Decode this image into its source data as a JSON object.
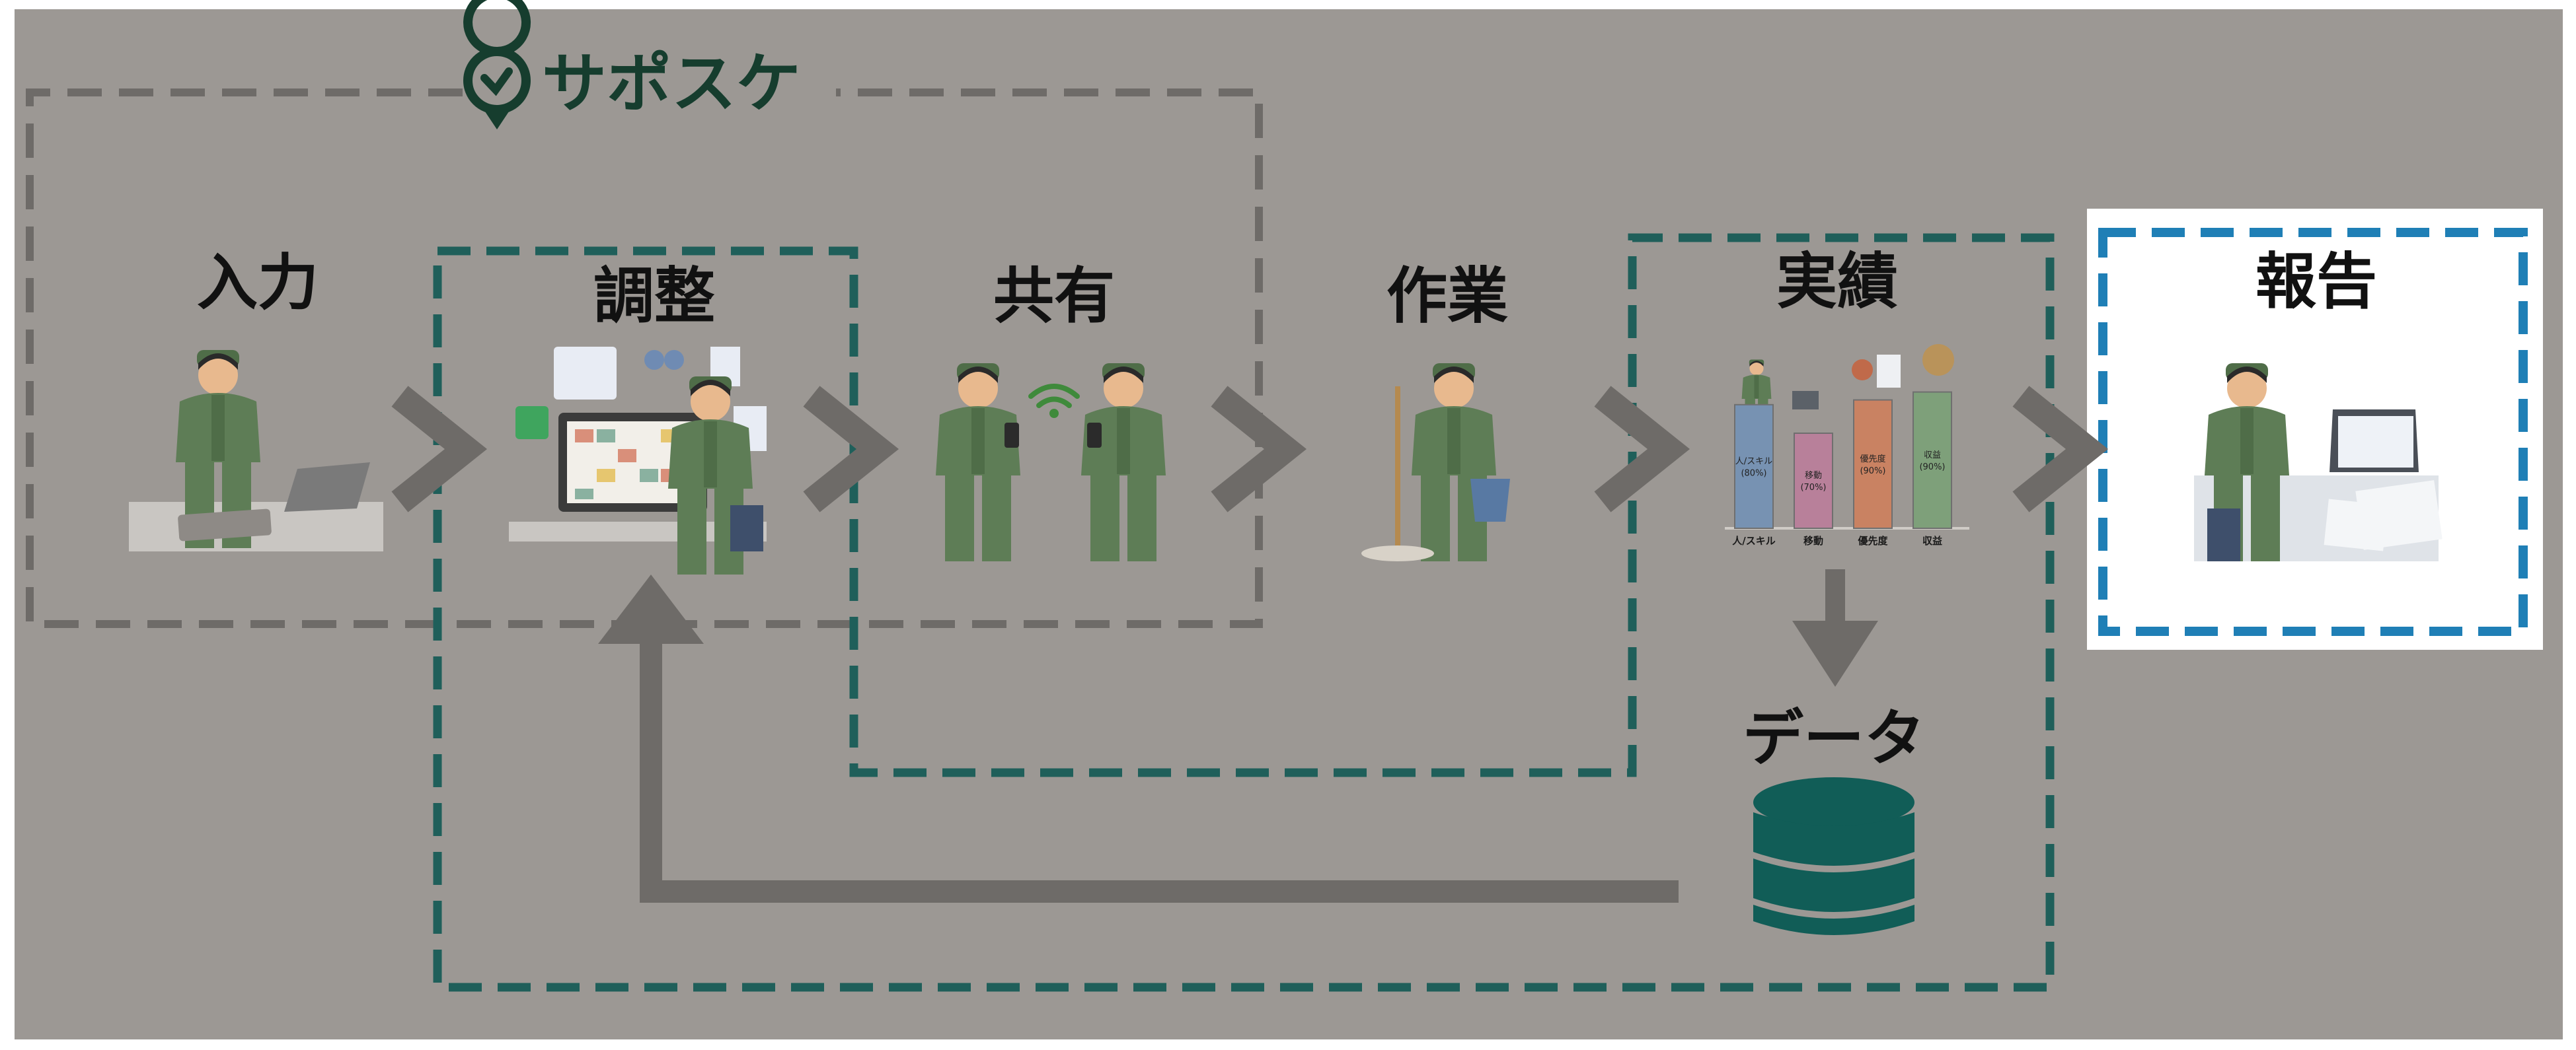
{
  "brand": {
    "name": "サポスケ"
  },
  "steps": [
    {
      "id": "input",
      "label": "入力"
    },
    {
      "id": "adjust",
      "label": "調整"
    },
    {
      "id": "share",
      "label": "共有"
    },
    {
      "id": "work",
      "label": "作業"
    },
    {
      "id": "result",
      "label": "実績"
    },
    {
      "id": "report",
      "label": "報告"
    }
  ],
  "data_store": {
    "label": "データ"
  },
  "result_chart": {
    "bars": [
      {
        "tick": "人/スキル",
        "inner": "人/スキル",
        "pct": "(80%)",
        "color": "#7792b2",
        "level": 0.78
      },
      {
        "tick": "移動",
        "inner": "移動",
        "pct": "(70%)",
        "color": "#b8809a",
        "level": 0.6
      },
      {
        "tick": "優先度",
        "inner": "優先度",
        "pct": "(90%)",
        "color": "#c98262",
        "level": 0.81
      },
      {
        "tick": "収益",
        "inner": "収益",
        "pct": "(90%)",
        "color": "#7ea07a",
        "level": 0.86
      }
    ]
  },
  "colors": {
    "background": "#9c9894",
    "sapo_dash": "#6e6b68",
    "teal_dash": "#1f5f5a",
    "report_dash": "#1f7fb6",
    "arrow": "#6e6b68",
    "database": "#115d57",
    "uniform": "#5e7d56"
  }
}
